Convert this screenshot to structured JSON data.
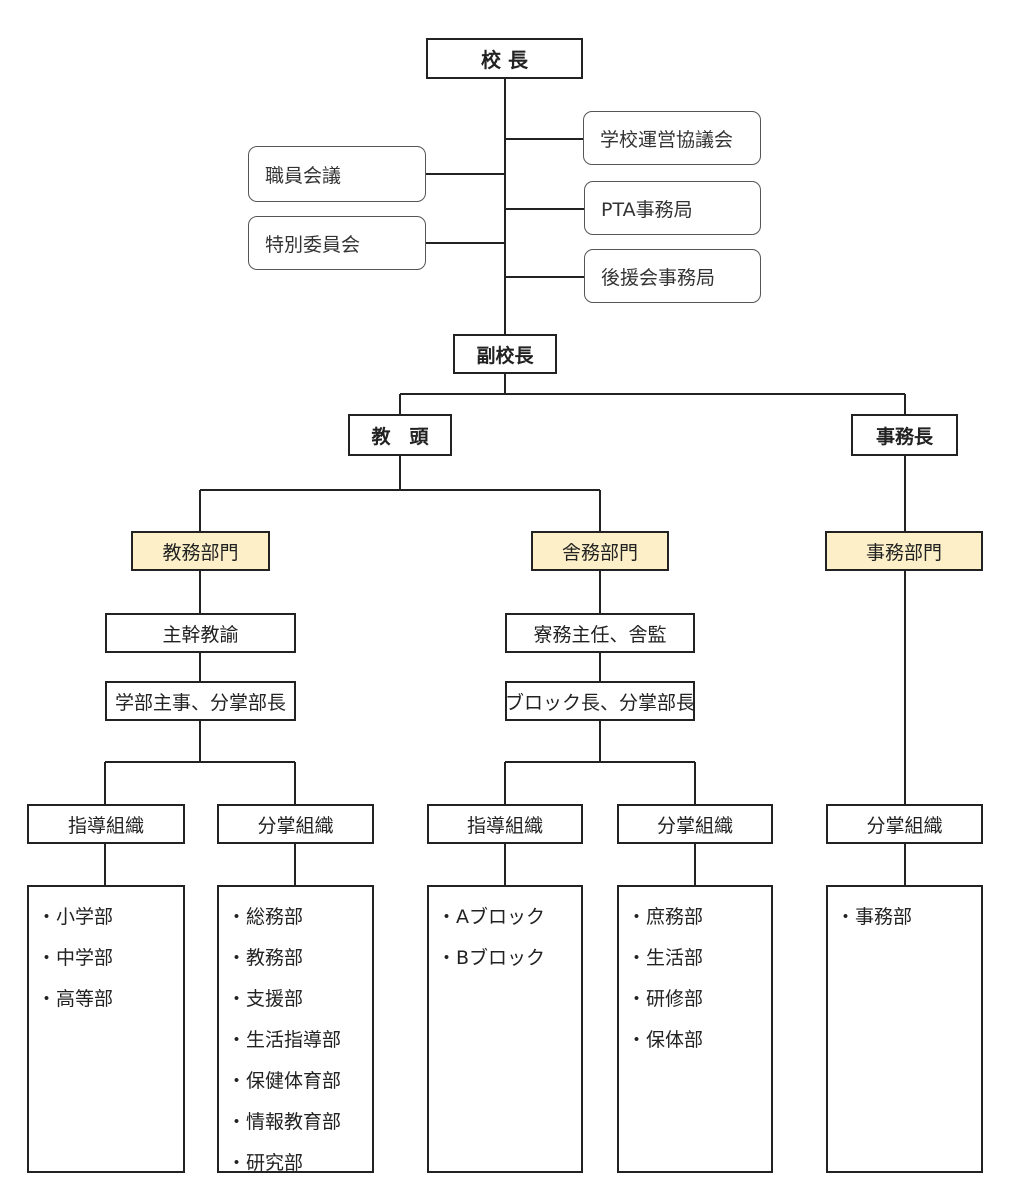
{
  "principal": "校 長",
  "councils_left": [
    "職員会議",
    "特別委員会"
  ],
  "councils_right": [
    "学校運営協議会",
    "PTA事務局",
    "後援会事務局"
  ],
  "vice_principal": "副校長",
  "head_teacher": "教　頭",
  "office_director": "事務長",
  "departments": {
    "academic": {
      "title": "教務部門",
      "lead": "主幹教諭",
      "sub": "学部主事、分掌部長",
      "guidance": {
        "title": "指導組織",
        "items": [
          "小学部",
          "中学部",
          "高等部"
        ]
      },
      "duties": {
        "title": "分掌組織",
        "items": [
          "総務部",
          "教務部",
          "支援部",
          "生活指導部",
          "保健体育部",
          "情報教育部",
          "研究部"
        ]
      }
    },
    "dormitory": {
      "title": "舎務部門",
      "lead": "寮務主任、舎監",
      "sub": "ブロック長、分掌部長",
      "guidance": {
        "title": "指導組織",
        "items": [
          "Aブロック",
          "Bブロック"
        ]
      },
      "duties": {
        "title": "分掌組織",
        "items": [
          "庶務部",
          "生活部",
          "研修部",
          "保体部"
        ]
      }
    },
    "office": {
      "title": "事務部門",
      "duties": {
        "title": "分掌組織",
        "items": [
          "事務部"
        ]
      }
    }
  }
}
